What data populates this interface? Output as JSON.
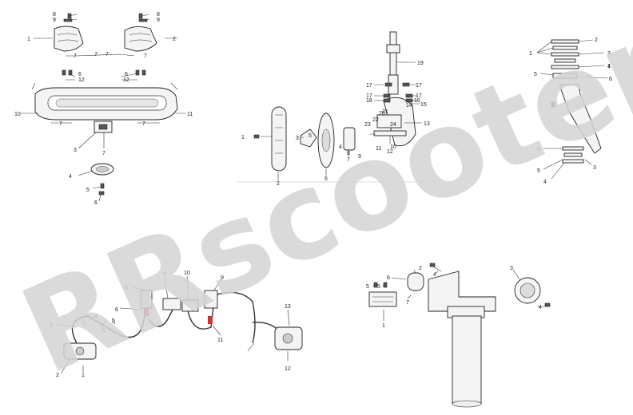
{
  "watermark": "RRscooters",
  "labels": {
    "hl": [
      "1",
      "2",
      "6",
      "6",
      "7",
      "7",
      "7",
      "7",
      "7",
      "7",
      "7",
      "8",
      "8",
      "9",
      "9",
      "10",
      "11",
      "12",
      "12",
      "3",
      "4",
      "5",
      "6"
    ],
    "wh": [
      "1",
      "2",
      "3",
      "4",
      "5",
      "6",
      "7",
      "8",
      "9",
      "10",
      "11",
      "12",
      "13",
      "14",
      "15",
      "16",
      "17",
      "17",
      "17",
      "17",
      "18",
      "19",
      "20",
      "21",
      "22",
      "23",
      "24"
    ],
    "st": [
      "1",
      "1",
      "2",
      "3",
      "3",
      "4",
      "4",
      "5",
      "5",
      "6",
      "6"
    ],
    "br": [
      "1",
      "2",
      "3",
      "4",
      "5",
      "5",
      "5",
      "6",
      "7",
      "8",
      "9",
      "10",
      "11",
      "12",
      "13"
    ],
    "sm": [
      "1",
      "2",
      "3",
      "4",
      "4",
      "5",
      "5",
      "6",
      "7"
    ]
  }
}
